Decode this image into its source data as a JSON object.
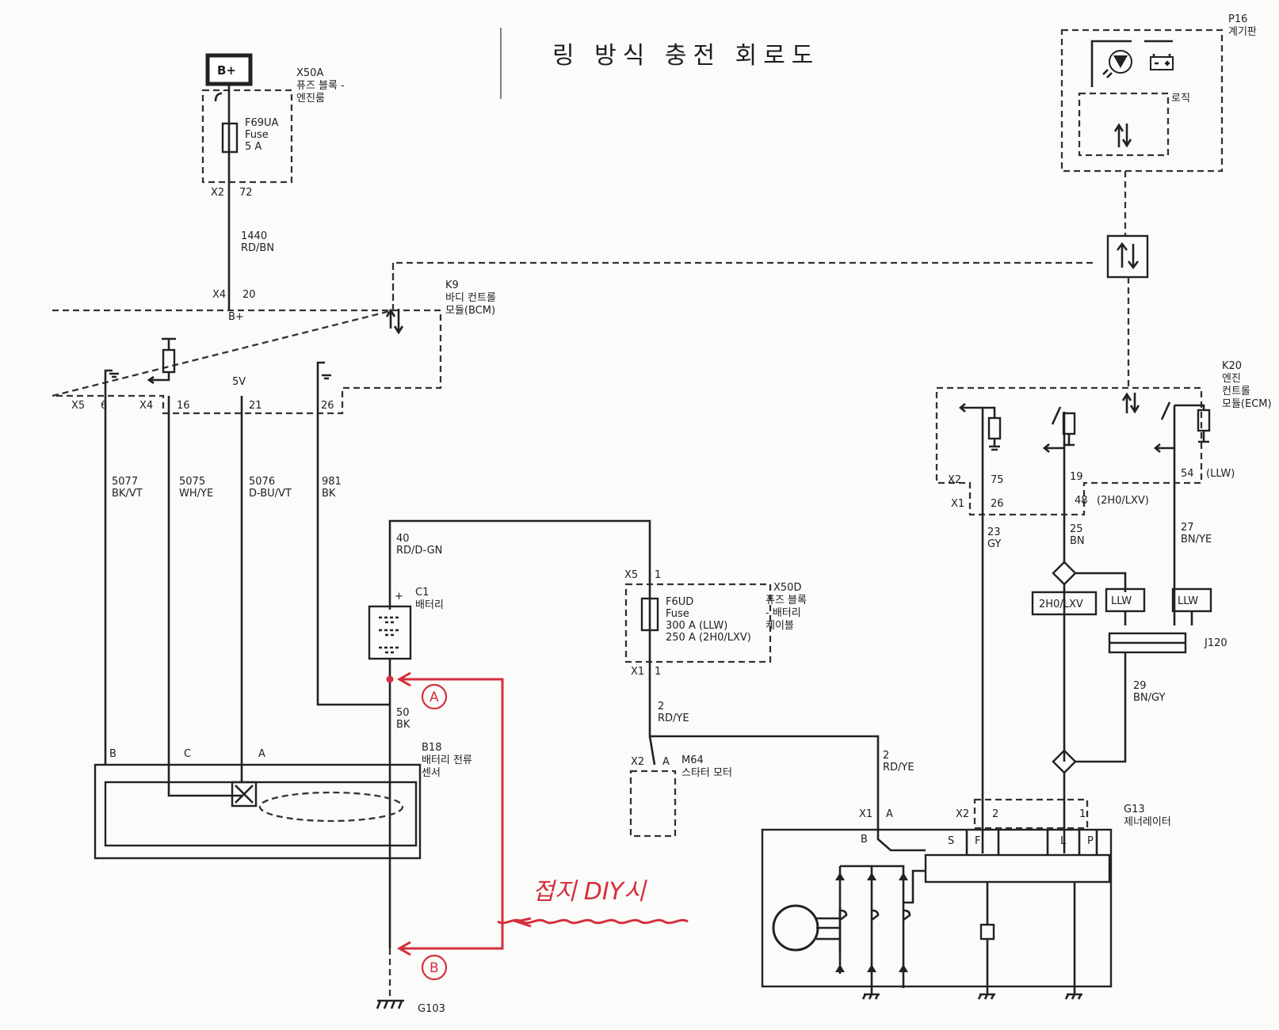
{
  "title": "링 방식 충전 회로도",
  "bplus_label": "B+",
  "x50a": {
    "code": "X50A",
    "name1": "퓨즈 블록 -",
    "name2": "엔진룸"
  },
  "fuse_f69": {
    "id": "F69UA",
    "type": "Fuse",
    "rating": "5 A"
  },
  "x2_72": {
    "conn": "X2",
    "pin": "72"
  },
  "w1440": {
    "num": "1440",
    "color": "RD/BN"
  },
  "x4_20": {
    "conn": "X4",
    "pin": "20",
    "label": "B+"
  },
  "k9": {
    "code": "K9",
    "name1": "바디 컨트롤",
    "name2": "모듈(BCM)"
  },
  "bcm_pins": {
    "x5": "X5",
    "p6": "6",
    "x4": "X4",
    "p16": "16",
    "v5": "5V",
    "p21": "21",
    "p26": "26"
  },
  "wires_left": [
    {
      "num": "5077",
      "color": "BK/VT"
    },
    {
      "num": "5075",
      "color": "WH/YE"
    },
    {
      "num": "5076",
      "color": "D-BU/VT"
    },
    {
      "num": "981",
      "color": "BK"
    }
  ],
  "w40": {
    "num": "40",
    "color": "RD/D-GN"
  },
  "c1": {
    "code": "C1",
    "name": "배터리",
    "plus": "+"
  },
  "w50": {
    "num": "50",
    "color": "BK"
  },
  "b18": {
    "code": "B18",
    "name1": "배터리 전류",
    "name2": "센서",
    "pin_b": "B",
    "pin_c": "C",
    "pin_a": "A"
  },
  "g103": "G103",
  "x5_1": {
    "conn": "X5",
    "pin": "1"
  },
  "x50d": {
    "code": "X50D",
    "name1": "퓨즈 블록",
    "name2": "- 배터리",
    "name3": "케이블"
  },
  "fuse_f6": {
    "id": "F6UD",
    "type": "Fuse",
    "r1": "300 A (LLW)",
    "r2": "250 A (2H0/LXV)"
  },
  "x1_1": {
    "conn": "X1",
    "pin": "1"
  },
  "w2a": {
    "num": "2",
    "color": "RD/YE"
  },
  "m64": {
    "conn": "X2",
    "pin": "A",
    "code": "M64",
    "name": "스타터 모터"
  },
  "w2b": {
    "num": "2",
    "color": "RD/YE"
  },
  "p16": {
    "code": "P16",
    "name": "계기판",
    "logic": "로직"
  },
  "k20": {
    "code": "K20",
    "name1": "엔진",
    "name2": "컨트롤",
    "name3": "모듈(ECM)"
  },
  "ecm_pins": {
    "x2": "X2",
    "p75": "75",
    "p19": "19",
    "p54": "54",
    "llw": "(LLW)",
    "x1": "X1",
    "p26": "26",
    "p48": "48",
    "opt": "(2H0/LXV)"
  },
  "w23": {
    "num": "23",
    "color": "GY"
  },
  "w25": {
    "num": "25",
    "color": "BN"
  },
  "w27": {
    "num": "27",
    "color": "BN/YE"
  },
  "opt_boxes": {
    "a": "2H0/LXV",
    "b": "LLW",
    "c": "LLW"
  },
  "j120": "J120",
  "w29": {
    "num": "29",
    "color": "BN/GY"
  },
  "g13": {
    "code": "G13",
    "name": "제너레이터",
    "x1": "X1",
    "pa": "A",
    "x2": "X2",
    "p2": "2",
    "p1": "1",
    "b": "B",
    "s": "S",
    "f": "F",
    "l": "L",
    "p": "P"
  },
  "annot": {
    "a": "A",
    "b": "B",
    "text": "접지 DIY시"
  }
}
